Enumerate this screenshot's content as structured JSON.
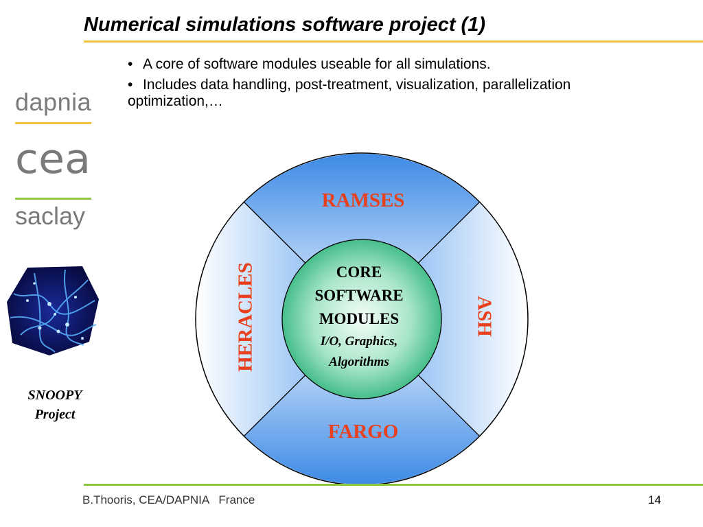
{
  "slide": {
    "title": "Numerical simulations software project (1)",
    "bullets": [
      {
        "marker": "•",
        "text": "A core of software modules useable for all simulations."
      },
      {
        "marker": "•",
        "text": "Includes data handling, post-treatment, visualization, parallelization",
        "continuation": "optimization,…"
      }
    ]
  },
  "sidebar": {
    "logo_dapnia": "dapnia",
    "logo_cea": "cea",
    "logo_saclay": "saclay",
    "caption_line1": "SNOOPY",
    "caption_line2": "Project"
  },
  "diagram": {
    "top": "RAMSES",
    "left": "HERACLES",
    "right": "ASH",
    "bottom": "FARGO",
    "core_line1": "CORE",
    "core_line2": "SOFTWARE",
    "core_line3": "MODULES",
    "core_line4": "I/O, Graphics,",
    "core_line5": "Algorithms"
  },
  "footer": {
    "author": "B.Thooris, CEA/DAPNIA   France",
    "page_number": "14"
  },
  "colors": {
    "title_rule": "#f3c33b",
    "footer_rule": "#8cc63f",
    "module_label": "#e8401c",
    "core_fill": "#2db37a",
    "ring_blue": "#4a90e8"
  }
}
